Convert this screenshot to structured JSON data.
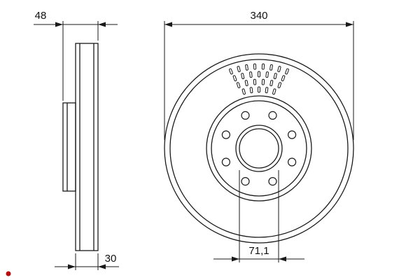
{
  "colors": {
    "background": "#ffffff",
    "line": "#1a1a1a",
    "accent_dot": "#b90c0c"
  },
  "dimensions": {
    "total_width": "48",
    "outer_diameter": "340",
    "disc_thickness": "30",
    "center_bore": "71,1"
  }
}
